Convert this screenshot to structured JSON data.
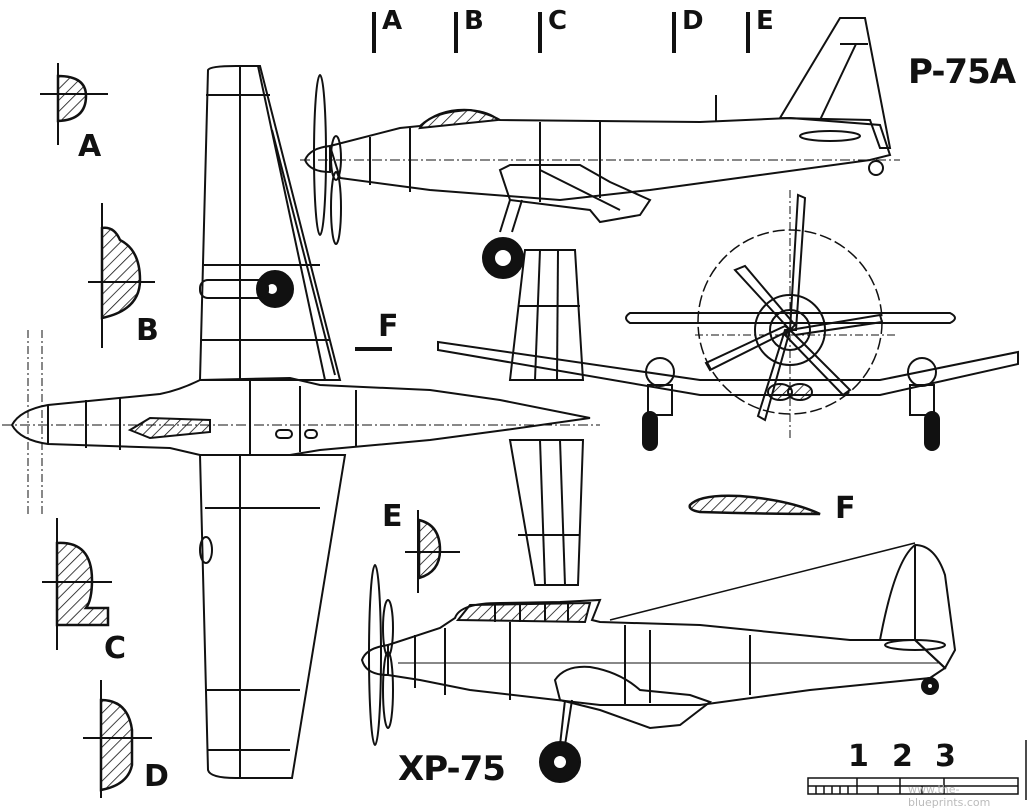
{
  "titles": {
    "top_model": "P-75A",
    "bottom_model": "XP-75"
  },
  "station_markers": [
    "A",
    "B",
    "C",
    "D",
    "E"
  ],
  "section_labels": {
    "A": "A",
    "B": "B",
    "C": "C",
    "D": "D",
    "E": "E",
    "F_plan": "F",
    "F_profile": "F"
  },
  "scale_bar": {
    "ticks": [
      "1",
      "2",
      "3"
    ],
    "watermark": "www.the-blueprints.com"
  },
  "colors": {
    "ink": "#111111",
    "paper": "#ffffff"
  }
}
